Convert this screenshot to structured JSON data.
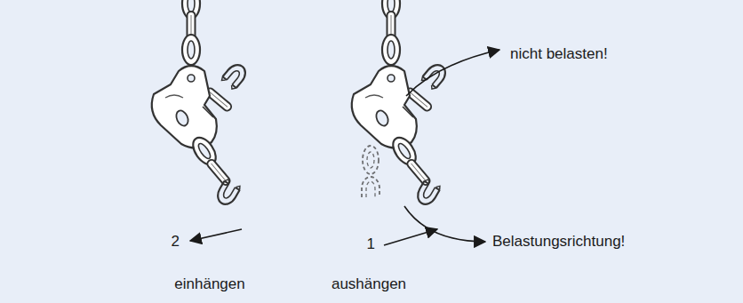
{
  "diagram": {
    "labels": [
      "nicht belasten!",
      "Belastungsrichtung!",
      "2",
      "einhängen",
      "1",
      "aushängen"
    ]
  }
}
